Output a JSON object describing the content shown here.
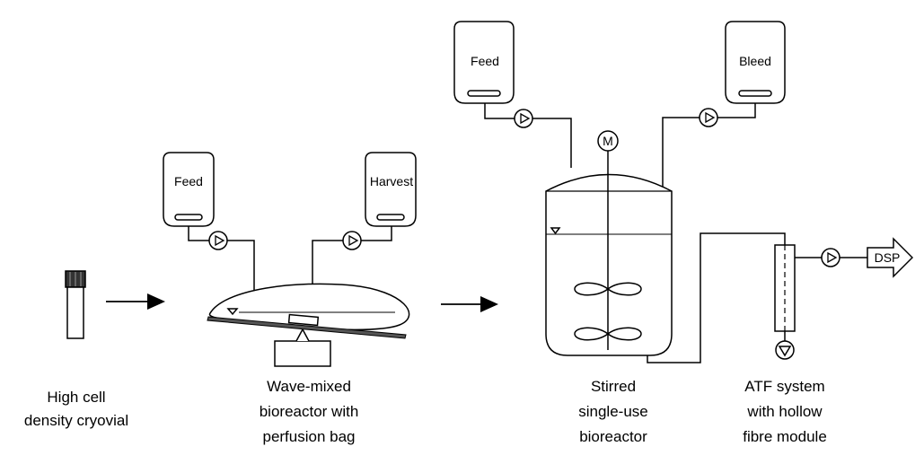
{
  "diagram": {
    "cryovial": {
      "caption_lines": [
        "High cell",
        "density cryovial"
      ]
    },
    "wave_bioreactor": {
      "caption_lines": [
        "Wave-mixed",
        "bioreactor with",
        "perfusion bag"
      ],
      "feed_label": "Feed",
      "harvest_label": "Harvest"
    },
    "stirred_bioreactor": {
      "caption_lines": [
        "Stirred",
        "single-use",
        "bioreactor"
      ],
      "feed_label": "Feed",
      "bleed_label": "Bleed",
      "motor_label": "M"
    },
    "atf": {
      "caption_lines": [
        "ATF system",
        "with hollow",
        "fibre module"
      ],
      "output_label": "DSP"
    }
  }
}
